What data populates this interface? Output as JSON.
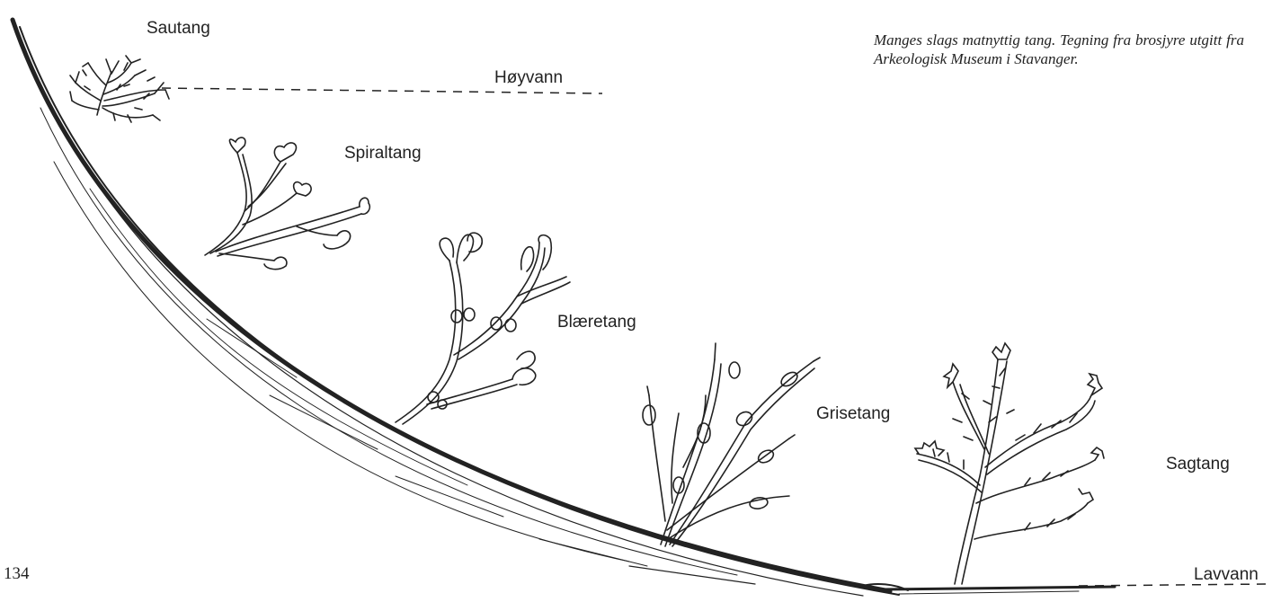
{
  "caption": "Manges slags matnyttig tang. Tegning fra brosjyre utgitt fra Arkeologisk Museum i Stavanger.",
  "page_number": "134",
  "tide_levels": {
    "high": "Høyvann",
    "low": "Lavvann"
  },
  "seaweeds": [
    {
      "id": "sautang",
      "label": "Sautang"
    },
    {
      "id": "spiraltang",
      "label": "Spiraltang"
    },
    {
      "id": "blaeretang",
      "label": "Blæretang"
    },
    {
      "id": "grisetang",
      "label": "Grisetang"
    },
    {
      "id": "sagtang",
      "label": "Sagtang"
    }
  ],
  "colors": {
    "ink": "#222222",
    "paper": "#ffffff"
  }
}
